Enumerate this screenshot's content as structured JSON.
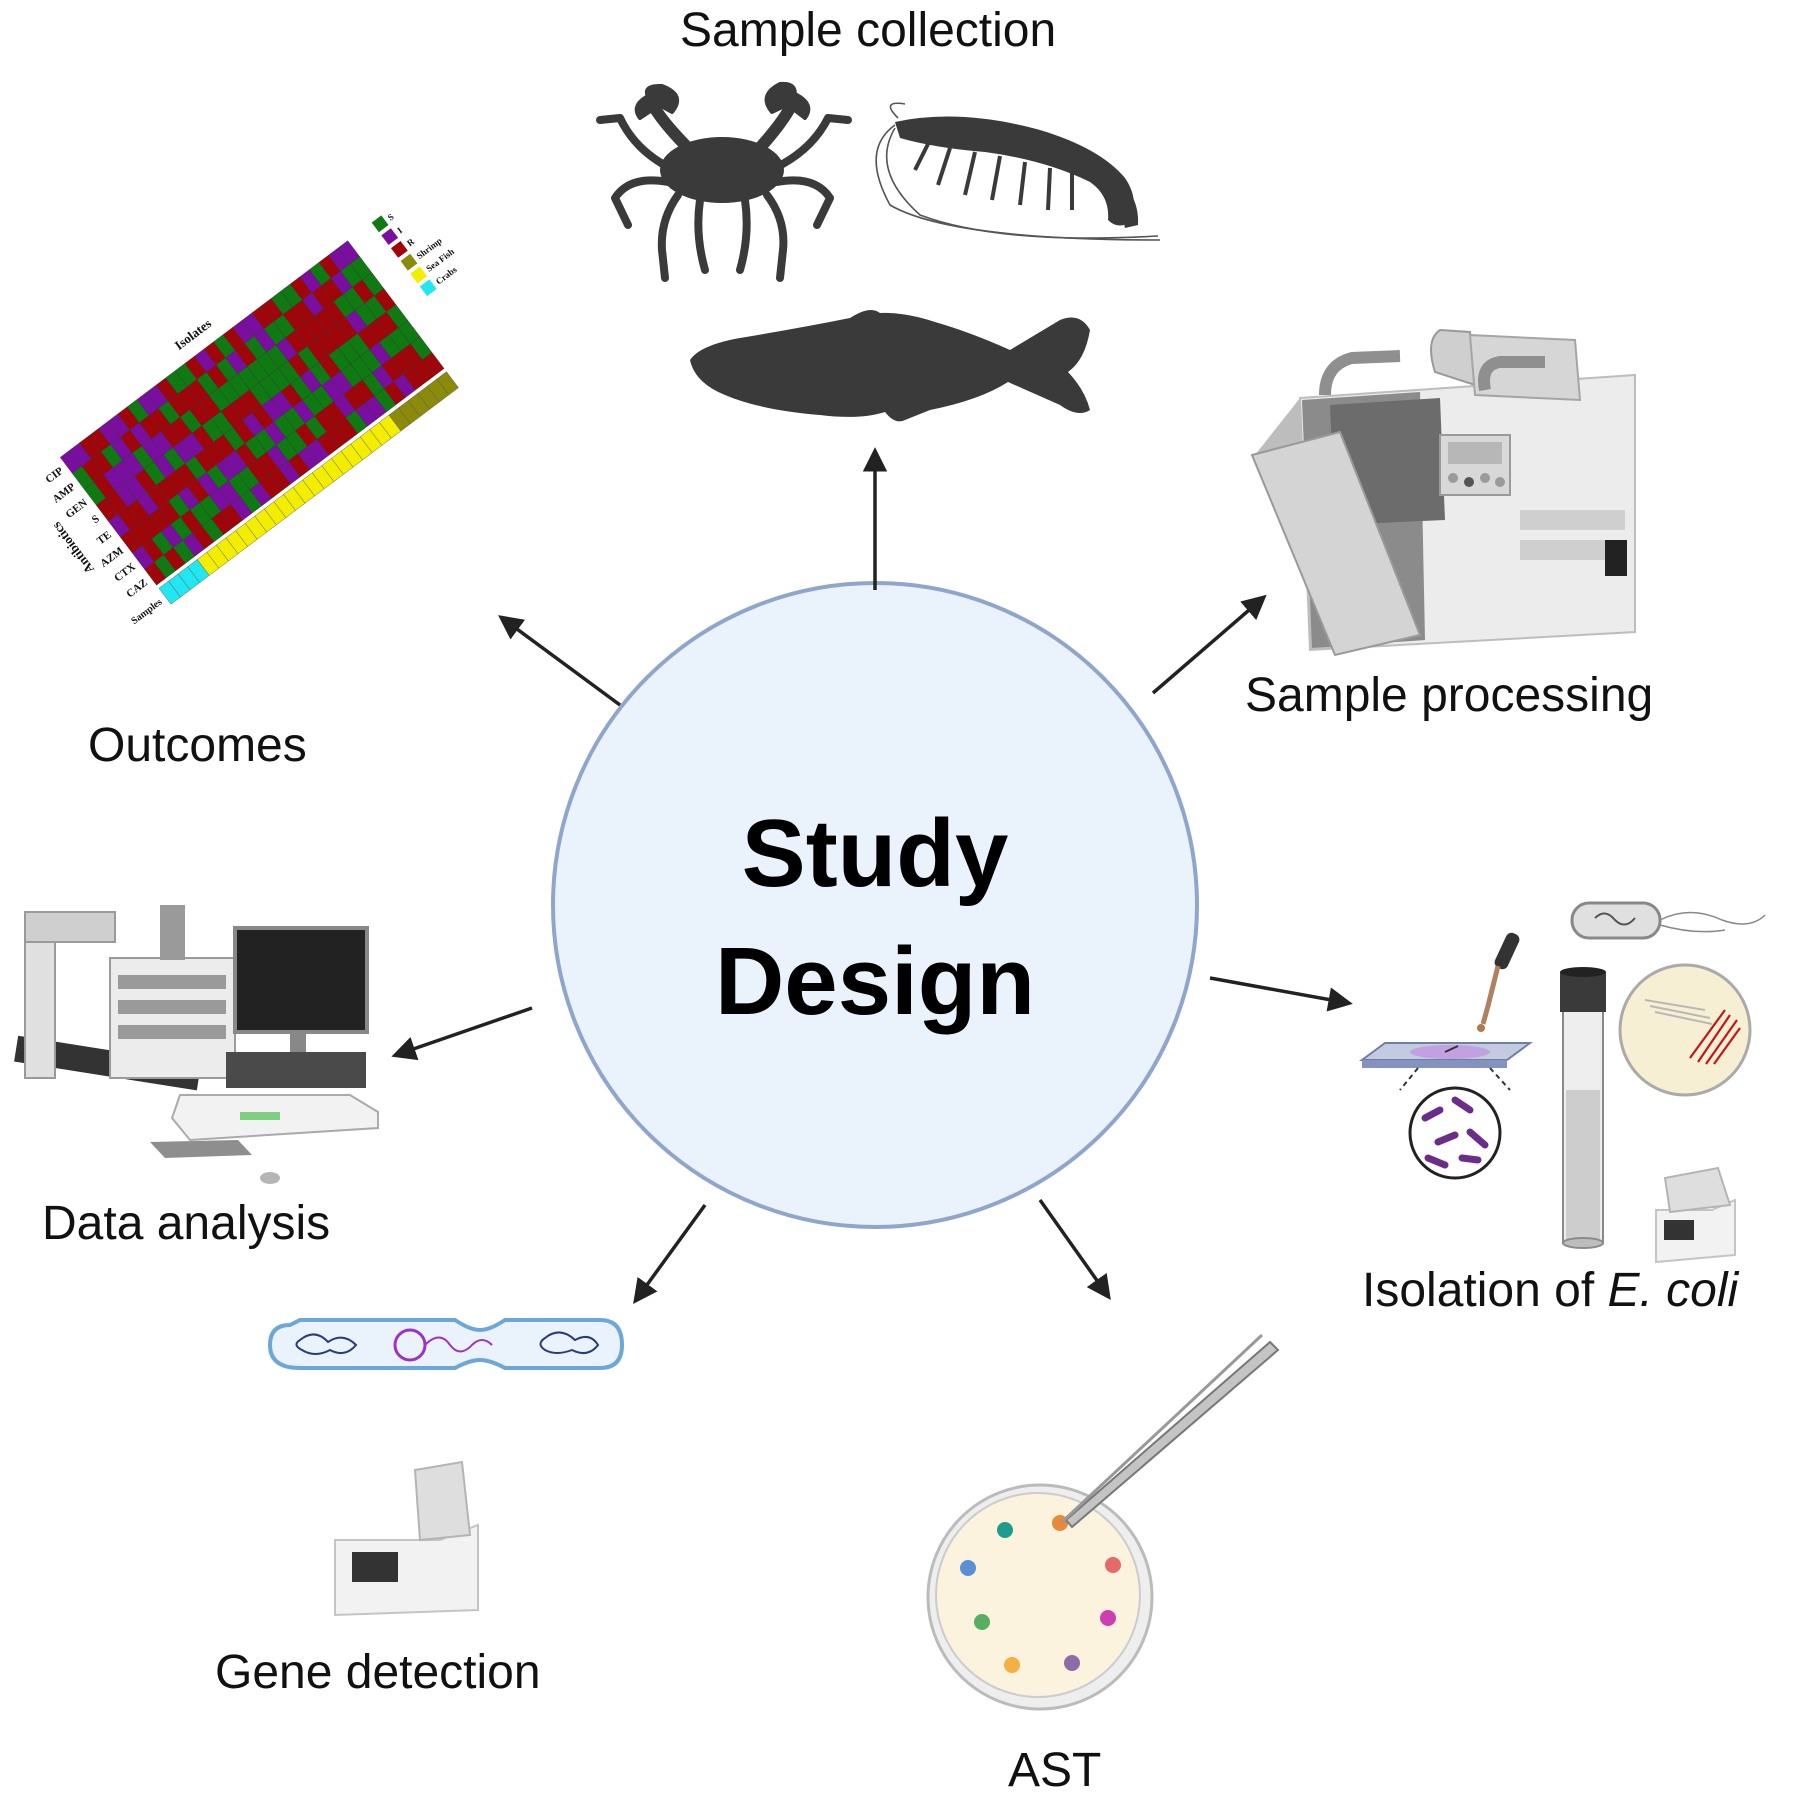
{
  "diagram": {
    "center": {
      "line1": "Study",
      "line2": "Design"
    },
    "steps": {
      "sample_collection": "Sample collection",
      "sample_processing": "Sample processing",
      "isolation_prefix": "Isolation of ",
      "isolation_species": "E. coli",
      "ast": "AST",
      "gene_detection": "Gene detection",
      "data_analysis": "Data analysis",
      "outcomes": "Outcomes"
    },
    "heatmap": {
      "title_isolates": "Isolates",
      "title_antibiotics": "Antibiotics",
      "antibiotics": [
        "CIP",
        "AMP",
        "GEN",
        "S",
        "TE",
        "AZM",
        "CTX",
        "CAZ"
      ],
      "samples_label": "Samples",
      "legend": [
        "S",
        "I",
        "R",
        "Shrimp",
        "Sea Fish",
        "Crabs"
      ]
    },
    "colors": {
      "circle_fill": "#eaf2fb",
      "circle_stroke": "#8fa6cc",
      "silhouette": "#3a3a3a",
      "resistant": "#a0050a",
      "intermediate": "#7a0ea0",
      "susceptible": "#0f7a12",
      "shrimp": "#8b8a0a",
      "sea_fish": "#f3ee00",
      "crabs": "#22e6f0"
    }
  }
}
